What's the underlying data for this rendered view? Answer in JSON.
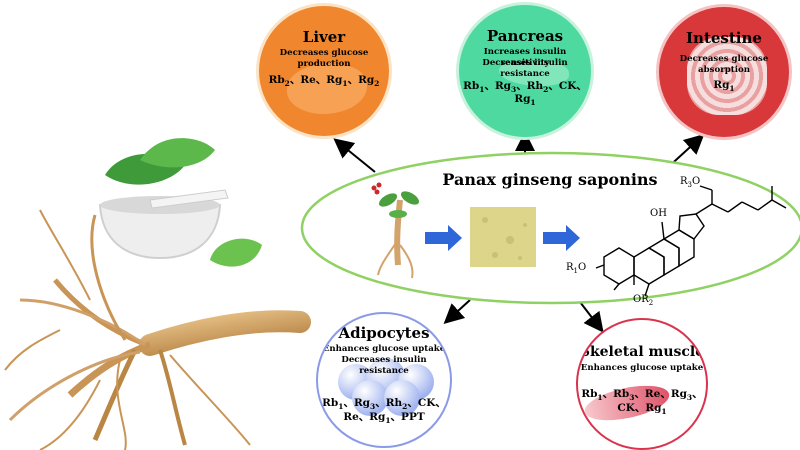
{
  "center": {
    "title": "Panax ginseng saponins"
  },
  "liver": {
    "title": "Liver",
    "effect": "Decreases glucose production",
    "compounds": [
      [
        "Rb",
        "2"
      ],
      [
        "、Re、Rg",
        ""
      ],
      [
        "",
        "1"
      ],
      [
        "、Rg",
        ""
      ],
      [
        "",
        "2"
      ]
    ]
  },
  "pancreas": {
    "title": "Pancreas",
    "effect1": "Increases insulin sensitivity",
    "effect2": "Decreases insulin resistance",
    "line1": [
      [
        "Rb",
        ""
      ],
      [
        "",
        "1"
      ],
      [
        "、Rg",
        ""
      ],
      [
        "",
        "3"
      ],
      [
        "、Rh",
        ""
      ],
      [
        "",
        "2"
      ],
      [
        "、CK、",
        ""
      ]
    ],
    "line2": [
      [
        "Rg",
        ""
      ],
      [
        "",
        "1"
      ]
    ]
  },
  "intestine": {
    "title": "Intestine",
    "effect": "Decreases glucose absorption",
    "compounds": [
      [
        "Rg",
        ""
      ],
      [
        "",
        "1"
      ]
    ]
  },
  "adipocytes": {
    "title": "Adipocytes",
    "effect1": "Enhances glucose uptake",
    "effect2": "Decreases insulin resistance",
    "line1": [
      [
        "Rb",
        ""
      ],
      [
        "",
        "1"
      ],
      [
        "、Rg",
        ""
      ],
      [
        "",
        "3"
      ],
      [
        "、Rh",
        ""
      ],
      [
        "",
        "2"
      ],
      [
        "、CK、",
        ""
      ]
    ],
    "line2": [
      [
        "Re、Rg",
        ""
      ],
      [
        "",
        "1"
      ],
      [
        "、PPT",
        ""
      ]
    ]
  },
  "muscle": {
    "title": "Skeletal muscle",
    "effect": "Enhances glucose uptake",
    "line1": [
      [
        "Rb",
        ""
      ],
      [
        "",
        "1"
      ],
      [
        "、Rb",
        ""
      ],
      [
        "",
        "3"
      ],
      [
        "、Re、Rg",
        ""
      ],
      [
        "",
        "3"
      ],
      [
        "、",
        ""
      ]
    ],
    "line2": [
      [
        "CK、Rg",
        ""
      ],
      [
        "",
        "1"
      ]
    ]
  },
  "structure": {
    "labels": {
      "r1": "R",
      "r1sub": "1",
      "r1o": "O",
      "r2": "R",
      "r2sub": "2",
      "r2o": "O",
      "r3": "R",
      "r3sub": "3",
      "r3o": "O",
      "oh": "OH"
    }
  },
  "colors": {
    "liver": "#f0872e",
    "pancreas": "#4ed9a0",
    "intestine": "#d8383a",
    "adipocyte_ring": "#8a9ae8",
    "muscle_ring": "#d9344e",
    "ellipse": "#8fd162",
    "arrow": "#2f67d8",
    "powder": "#dcd58a"
  }
}
